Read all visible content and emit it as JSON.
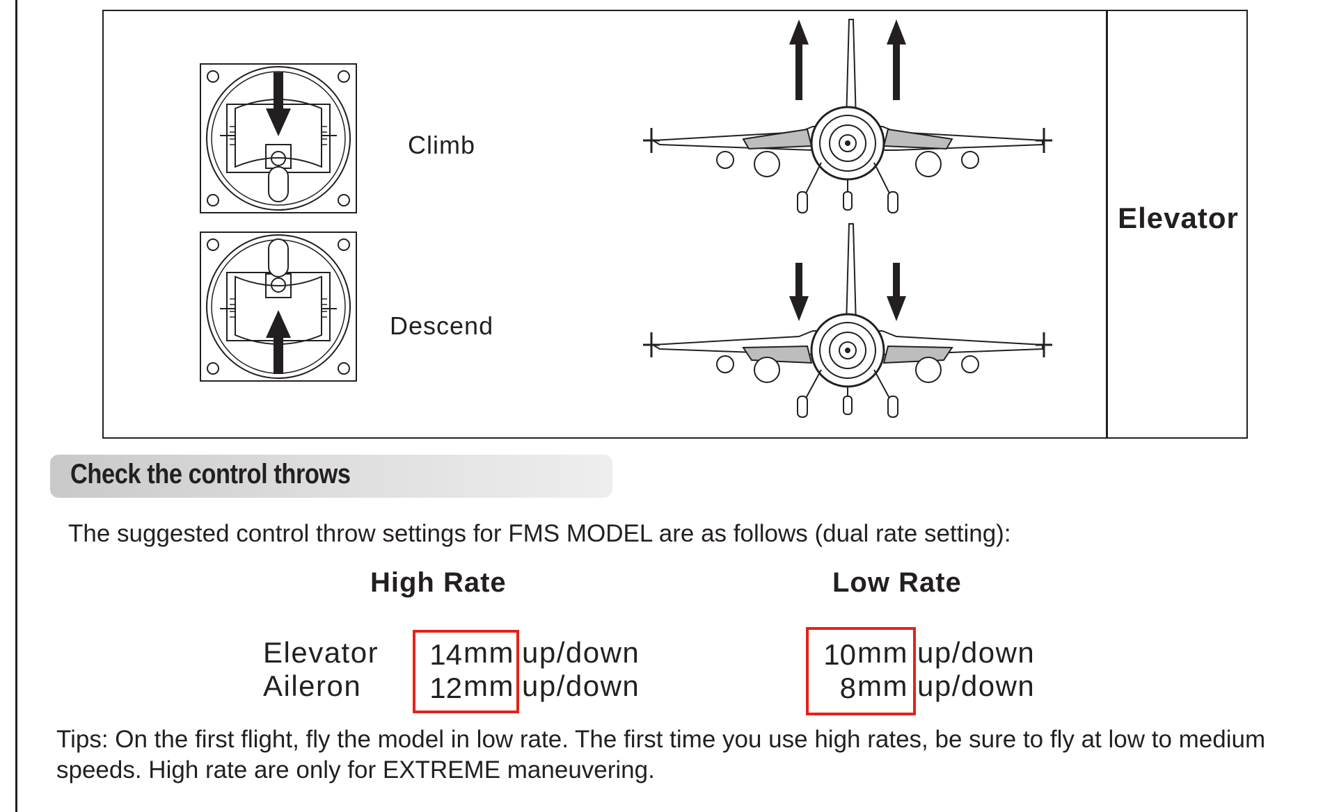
{
  "diagram": {
    "side_label": "Elevator",
    "climb_label": "Climb",
    "descend_label": "Descend"
  },
  "section": {
    "title": "Check the control throws",
    "intro": "The suggested control throw settings for FMS MODEL are as follows (dual rate setting):"
  },
  "throws": {
    "high_rate_header": "High Rate",
    "low_rate_header": "Low Rate",
    "unit": "mm",
    "direction": "up/down",
    "rows": [
      {
        "surface": "Elevator",
        "high": "14",
        "low": "10"
      },
      {
        "surface": "Aileron",
        "high": "12",
        "low": "8"
      }
    ]
  },
  "tips": "Tips: On the first flight, fly the model in low rate. The first time you use high rates, be sure to fly at low to medium speeds. High rate are only for EXTREME maneuvering."
}
